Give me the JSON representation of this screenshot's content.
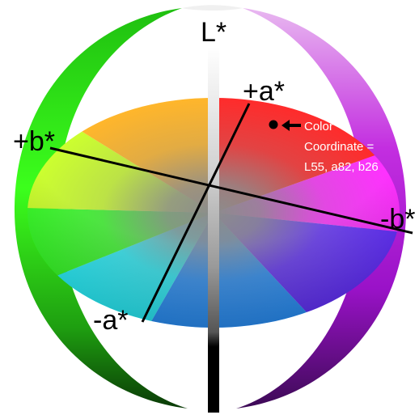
{
  "axes": {
    "lightness_label": "L*",
    "plus_a_label": "+a*",
    "minus_a_label": "-a*",
    "plus_b_label": "+b*",
    "minus_b_label": "-b*"
  },
  "annotation": {
    "line1": "Color",
    "line2": "Coordinate =",
    "line3": "L55, a82, b26"
  },
  "colors": {
    "red": "#ff1a1a",
    "magenta": "#ff20ff",
    "blue": "#3a1eff",
    "cyan": "#19f4ff",
    "green": "#2bff1a",
    "yellow": "#fbff2a",
    "neutral_gray": "#8c8c8c",
    "axis_line": "#000000"
  }
}
